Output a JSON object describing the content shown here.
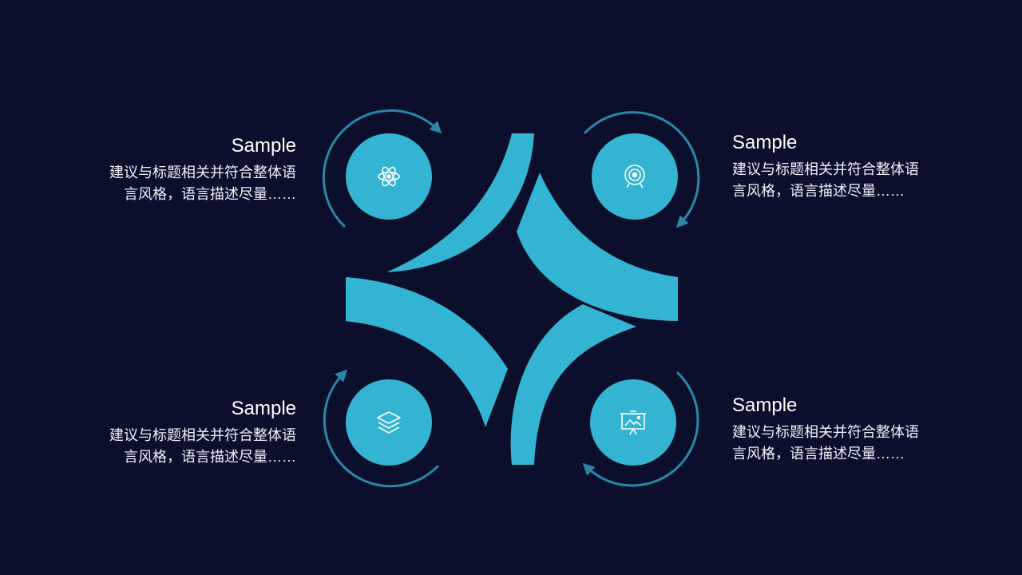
{
  "colors": {
    "background": "#0b0f2b",
    "accent": "#33b4d2",
    "ring": "#2a87a6",
    "text": "#ffffff"
  },
  "items": [
    {
      "title": "Sample",
      "desc_line1": "建议与标题相关并符合整体语",
      "desc_line2": "言风格，语言描述尽量……",
      "icon": "atom-icon"
    },
    {
      "title": "Sample",
      "desc_line1": "建议与标题相关并符合整体语",
      "desc_line2": "言风格，语言描述尽量……",
      "icon": "target-icon"
    },
    {
      "title": "Sample",
      "desc_line1": "建议与标题相关并符合整体语",
      "desc_line2": "言风格，语言描述尽量……",
      "icon": "layers-icon"
    },
    {
      "title": "Sample",
      "desc_line1": "建议与标题相关并符合整体语",
      "desc_line2": "言风格，语言描述尽量……",
      "icon": "presentation-board-icon"
    }
  ]
}
